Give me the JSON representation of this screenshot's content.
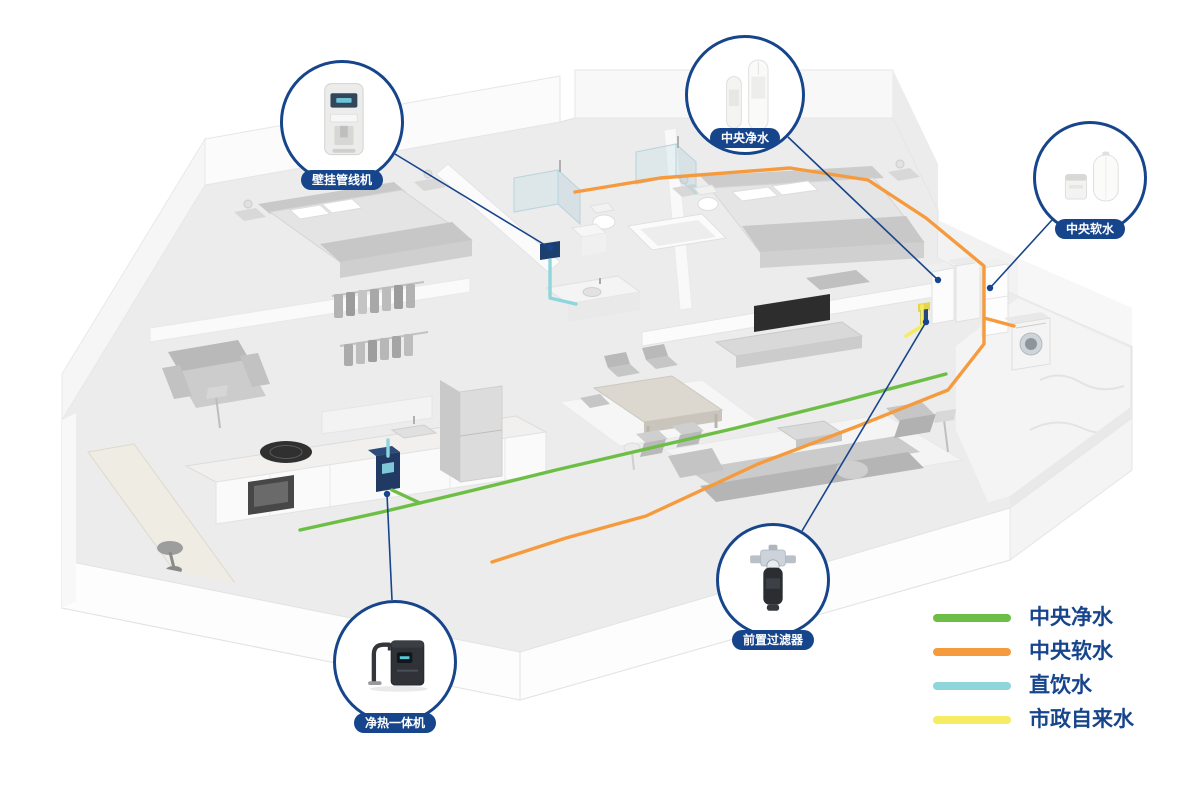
{
  "callouts": [
    {
      "id": "wall-mounted-dispenser",
      "label": "壁挂管线机"
    },
    {
      "id": "central-water-purifier",
      "label": "中央净水"
    },
    {
      "id": "central-water-softener",
      "label": "中央软水"
    },
    {
      "id": "pre-filter",
      "label": "前置过滤器"
    },
    {
      "id": "hot-purifier",
      "label": "净热一体机"
    }
  ],
  "legend": {
    "items": [
      {
        "label": "中央净水",
        "color": "#6dbe45"
      },
      {
        "label": "中央软水",
        "color": "#f59b3d"
      },
      {
        "label": "直饮水",
        "color": "#8ed5dc"
      },
      {
        "label": "市政自来水",
        "color": "#f6ec63"
      }
    ]
  },
  "colors": {
    "accent": "#17458b"
  }
}
